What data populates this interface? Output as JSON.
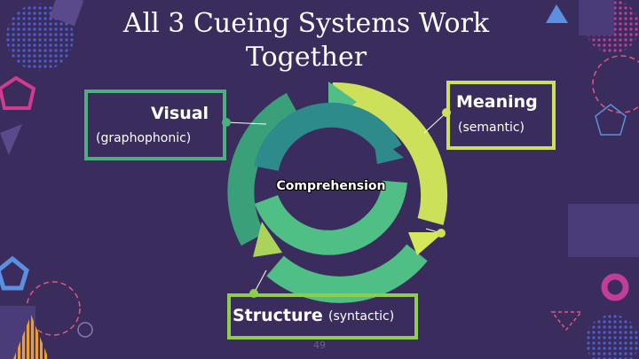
{
  "slide": {
    "title_line1": "All 3 Cueing Systems Work",
    "title_line2": "Together",
    "visual": {
      "label": "Visual",
      "sublabel": "(graphophonic)"
    },
    "meaning": {
      "label": "Meaning",
      "sublabel": "(semantic)"
    },
    "structure": {
      "label": "Structure",
      "sublabel": "(syntactic)"
    },
    "center_label": "Comprehension",
    "page_number": "49"
  },
  "colors": {
    "background": "#3a2d5e",
    "visual_border": "#4caf7d",
    "meaning_border": "#cde05a",
    "structure_border": "#8fce4a",
    "cycle_dark": "#2e8b8b",
    "cycle_mid": "#4fbf85",
    "cycle_light": "#a9d35a",
    "cycle_lighter": "#d4e85a"
  },
  "icons": [
    "triangle-icon",
    "pentagon-icon",
    "circle-ring-icon",
    "dotted-circle-icon",
    "cycle-arrow-icon"
  ]
}
